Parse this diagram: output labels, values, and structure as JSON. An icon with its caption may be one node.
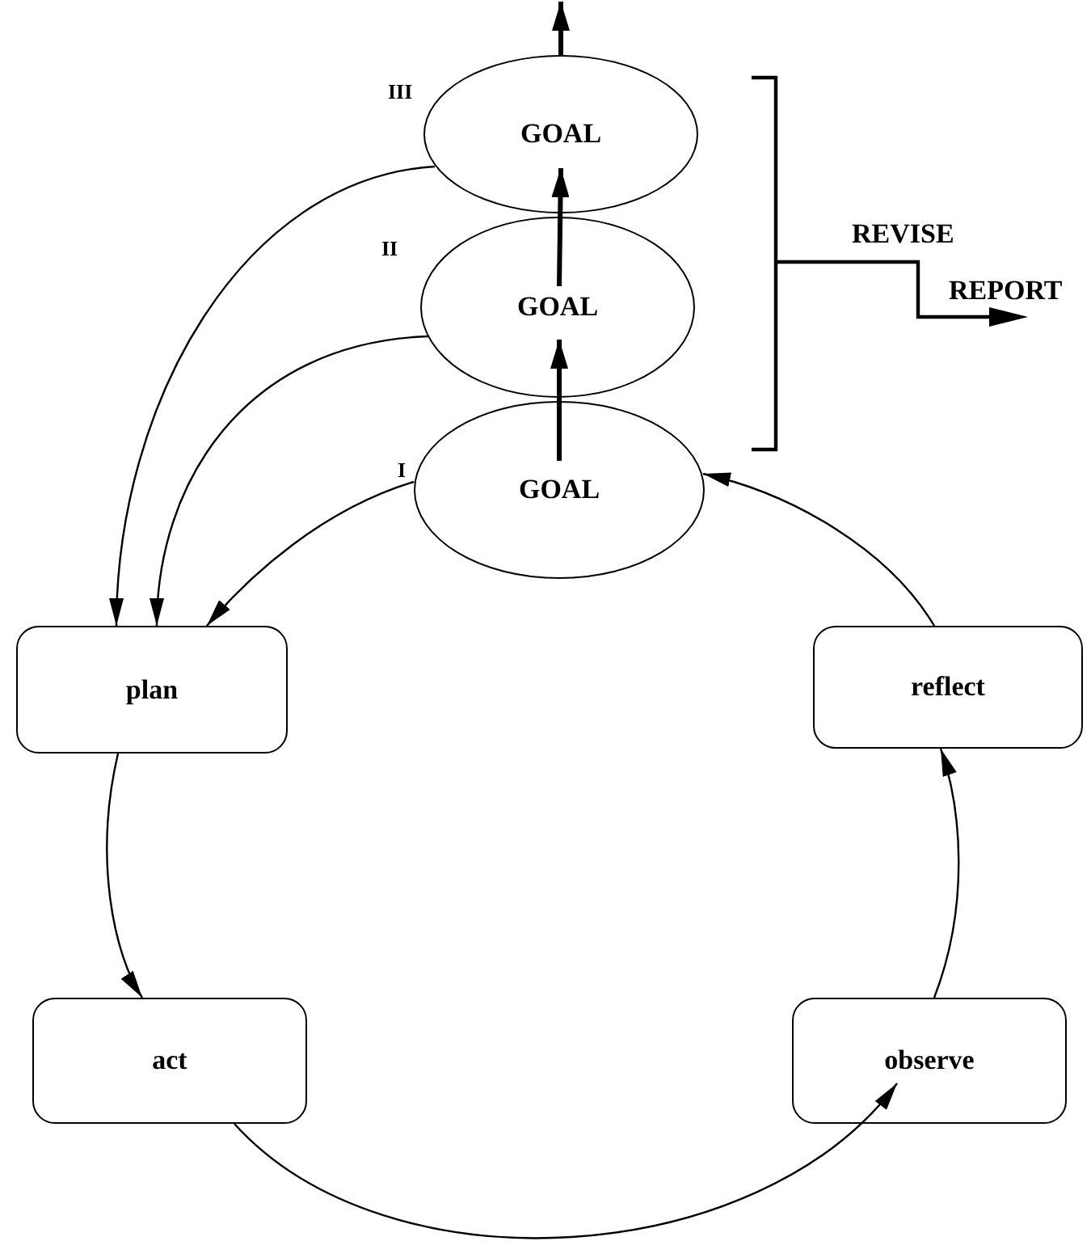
{
  "diagram": {
    "nodes": [
      {
        "text": [
          "GOAL"
        ]
      },
      {
        "text": [
          "GOAL"
        ]
      },
      {
        "text": [
          "GOAL"
        ]
      },
      {
        "text": [
          "plan"
        ]
      },
      {
        "text": [
          "reflect"
        ]
      },
      {
        "text": [
          "act"
        ]
      },
      {
        "text": [
          "observe"
        ]
      }
    ],
    "edges": [
      {
        "from": 0,
        "to": 3,
        "arrow": "to",
        "label": "III"
      },
      {
        "from": 1,
        "to": 3,
        "arrow": "to",
        "label": "II"
      },
      {
        "from": 2,
        "to": 3,
        "arrow": "to",
        "label": "I"
      },
      {
        "from": 3,
        "to": 5,
        "arrow": "to"
      },
      {
        "from": 5,
        "to": 6,
        "arrow": "to"
      },
      {
        "from": 6,
        "to": 4,
        "arrow": "to"
      },
      {
        "from": 4,
        "to": 2,
        "arrow": "to"
      },
      {
        "from": 2,
        "to": 1,
        "arrow": "to",
        "style": "thick"
      },
      {
        "from": 1,
        "to": 0,
        "arrow": "to",
        "style": "thick"
      },
      {
        "from": 0,
        "to": null,
        "arrow": "to",
        "style": "thick"
      }
    ],
    "labels": [
      "REVISE",
      "REPORT"
    ]
  }
}
